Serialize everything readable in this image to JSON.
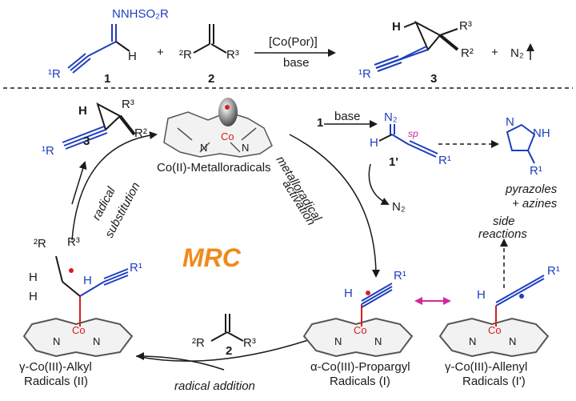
{
  "reaction": {
    "r1_group": "NNHSO₂R",
    "r1_h": "H",
    "r1_sub": "¹R",
    "r1_num": "1",
    "plus1": "+",
    "r2_a": "²R",
    "r2_b": "R³",
    "r2_num": "2",
    "catalyst": "[Co(Por)]",
    "base": "base",
    "p_h": "H",
    "p_r3": "R³",
    "p_r2": "R²",
    "p_r1": "¹R",
    "p_num": "3",
    "plus2": "+",
    "n2": "N₂"
  },
  "cycle": {
    "title": "MRC",
    "metalloradical_label": "Co(II)-Metalloradicals",
    "co": "Co",
    "n": "N",
    "step_activation_1": "metalloradical",
    "step_activation_2": "activation",
    "step_substitution_1": "radical",
    "step_substitution_2": "substitution",
    "step_addition": "radical addition",
    "n2_release": "N₂",
    "base_step": "base",
    "base_step_num": "1",
    "diazo_n2": "N₂",
    "diazo_h": "H",
    "sp": "sp",
    "diazo_r1": "R¹",
    "diazo_num": "1'",
    "pyrazole_n": "N",
    "pyrazole_nh": "NH",
    "pyrazole_r1": "R¹",
    "pyrazoles": "pyrazoles",
    "azines": "+ azines",
    "side_1": "side",
    "side_2": "reactions",
    "cp_h": "H",
    "cp_r3": "R³",
    "cp_r2": "R²",
    "cp_r1": "¹R",
    "cp_num": "3",
    "alkyl_r2": "²R",
    "alkyl_r3": "R³",
    "alkyl_h1": "H",
    "alkyl_h2": "H",
    "alkyl_h3": "H",
    "alkyl_r1": "R¹",
    "alkyl_label_1": "γ-Co(III)-Alkyl",
    "alkyl_label_2": "Radicals (II)",
    "olefin_r2": "²R",
    "olefin_r3": "R³",
    "olefin_num": "2",
    "prop_h": "H",
    "prop_r1": "R¹",
    "prop_label_1": "α-Co(III)-Propargyl",
    "prop_label_2": "Radicals (I)",
    "allenyl_h": "H",
    "allenyl_r1": "R¹",
    "allenyl_label_1": "γ-Co(III)-Allenyl",
    "allenyl_label_2": "Radicals (I')"
  },
  "colors": {
    "blue": "#1f3fbf",
    "red": "#d81e1e",
    "orange": "#f08a1c",
    "magenta": "#d02aa0"
  }
}
